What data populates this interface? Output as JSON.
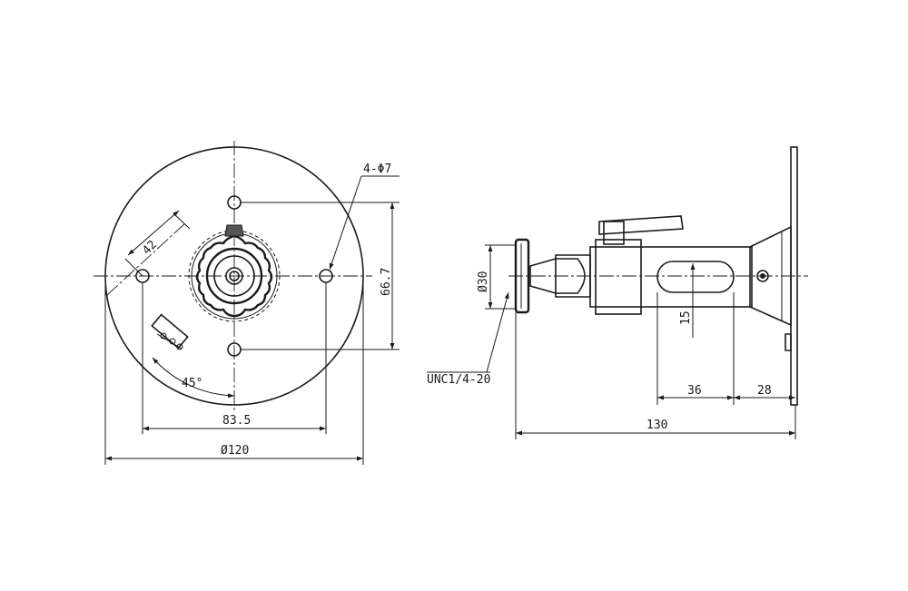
{
  "front_view": {
    "dims": {
      "hole_callout": "4-Φ7",
      "height_667": "66.7",
      "dim_42": "42",
      "angle_45": "45°",
      "dim_835": "83.5",
      "diameter_120": "Ø120"
    }
  },
  "side_view": {
    "dims": {
      "diameter_30": "Ø30",
      "thread": "UNC1/4-20",
      "dim_15": "15",
      "dim_36": "36",
      "dim_28": "28",
      "dim_130": "130"
    }
  }
}
